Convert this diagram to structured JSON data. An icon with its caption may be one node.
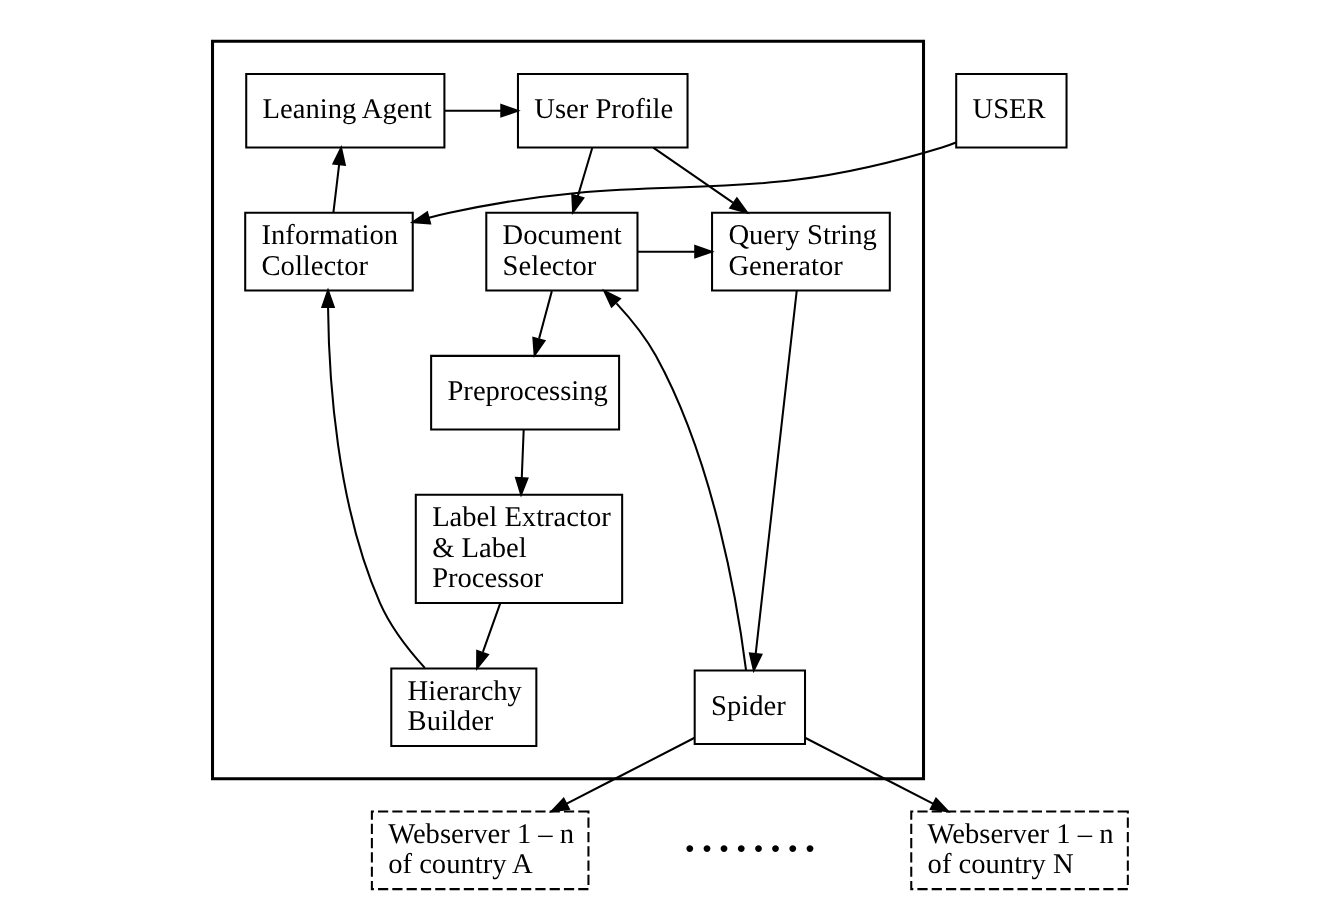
{
  "diagram": {
    "nodes": [
      {
        "text": [],
        "shape": "box"
      },
      {
        "text": [
          "USER"
        ]
      },
      {
        "text": [
          "Leaning Agent"
        ],
        "in": 0
      },
      {
        "text": [
          "User Profile"
        ],
        "in": 0
      },
      {
        "text": [
          "Information Collector"
        ],
        "in": 0
      },
      {
        "text": [
          "Document Selector"
        ],
        "in": 0
      },
      {
        "text": [
          "Query String Generator"
        ],
        "in": 0
      },
      {
        "text": [
          "Hierarchy Builder"
        ],
        "in": 0
      },
      {
        "text": [
          "Spider"
        ],
        "in": 0
      },
      {
        "text": [
          "Preprocessing"
        ],
        "in": 0
      },
      {
        "text": [
          "Label Extractor & Label Processor"
        ],
        "in": 0
      },
      {
        "text": [
          "Webserver 1 – n of country A"
        ]
      },
      {
        "text": [
          "Webserver 1 – n of country N"
        ]
      }
    ],
    "edges": [
      {
        "from": 1,
        "to": 4,
        "arrow": "to"
      },
      {
        "from": 4,
        "to": 2,
        "arrow": "to"
      },
      {
        "from": 2,
        "to": 3,
        "arrow": "to"
      },
      {
        "from": 3,
        "to": 5,
        "arrow": "to"
      },
      {
        "from": 3,
        "to": 6,
        "arrow": "to"
      },
      {
        "from": 5,
        "to": 6,
        "arrow": "to"
      },
      {
        "from": 6,
        "to": 8,
        "arrow": "to"
      },
      {
        "from": 8,
        "to": 5,
        "arrow": "to"
      },
      {
        "from": 5,
        "to": 9,
        "arrow": "to"
      },
      {
        "from": 9,
        "to": 10,
        "arrow": "to"
      },
      {
        "from": 10,
        "to": 7,
        "arrow": "to"
      },
      {
        "from": 7,
        "to": 4,
        "arrow": "to"
      },
      {
        "from": 8,
        "to": 11,
        "arrow": "to"
      },
      {
        "from": 8,
        "to": 12,
        "arrow": "to"
      }
    ],
    "labels": [
      "• • • • • • • •"
    ]
  }
}
